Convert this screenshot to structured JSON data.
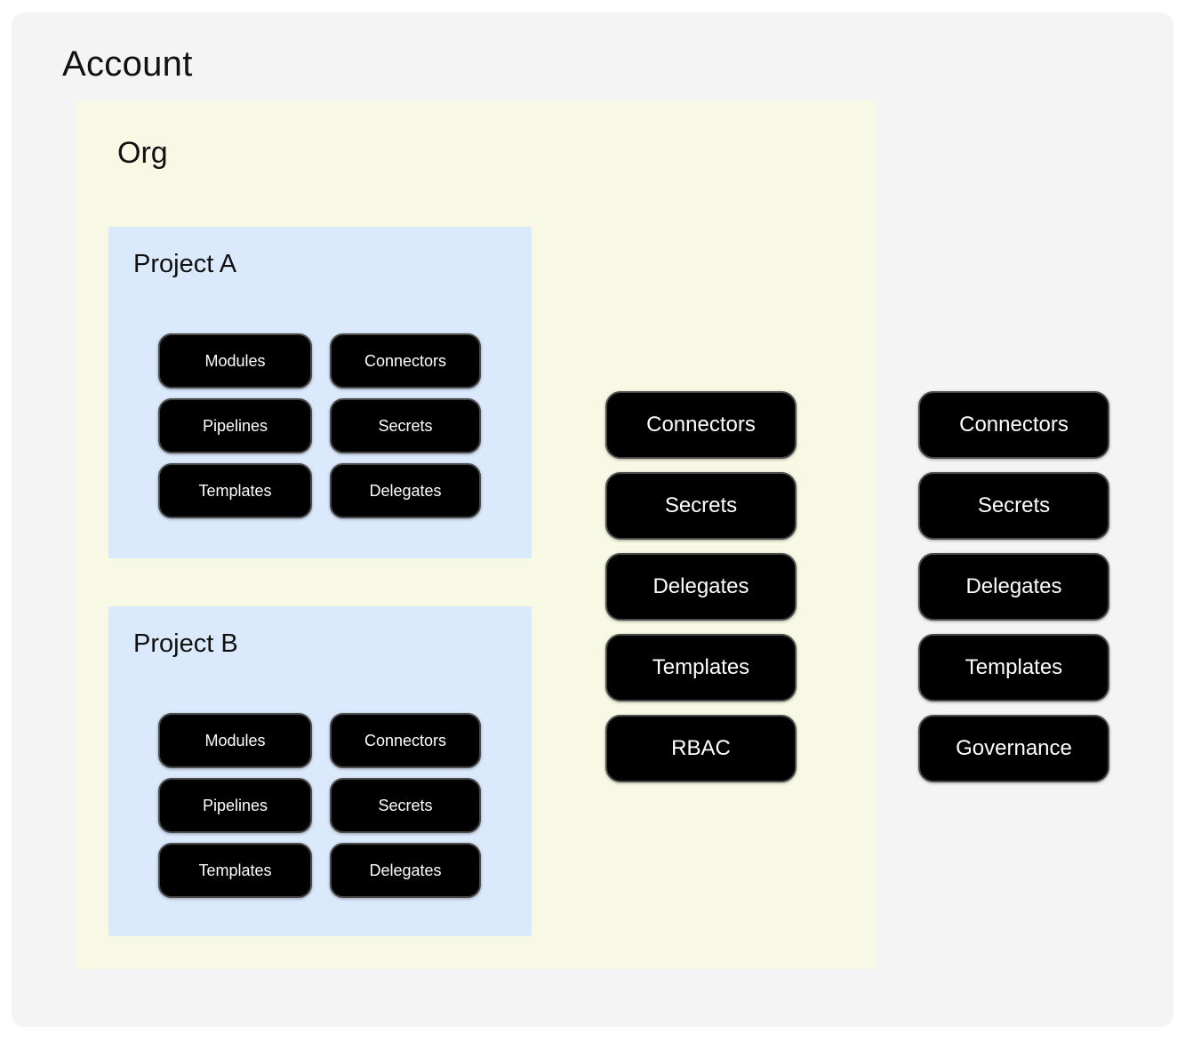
{
  "account": {
    "title": "Account",
    "resources": [
      "Connectors",
      "Secrets",
      "Delegates",
      "Templates",
      "Governance"
    ]
  },
  "org": {
    "title": "Org",
    "resources": [
      "Connectors",
      "Secrets",
      "Delegates",
      "Templates",
      "RBAC"
    ]
  },
  "projects": [
    {
      "title": "Project A",
      "resources": [
        "Modules",
        "Connectors",
        "Pipelines",
        "Secrets",
        "Templates",
        "Delegates"
      ]
    },
    {
      "title": "Project B",
      "resources": [
        "Modules",
        "Connectors",
        "Pipelines",
        "Secrets",
        "Templates",
        "Delegates"
      ]
    }
  ],
  "colors": {
    "account_bg": "#f4f4f4",
    "org_bg": "#f8f9e4",
    "project_bg": "#dbe9fc",
    "pill_bg": "#000000",
    "pill_text": "#ffffff"
  }
}
